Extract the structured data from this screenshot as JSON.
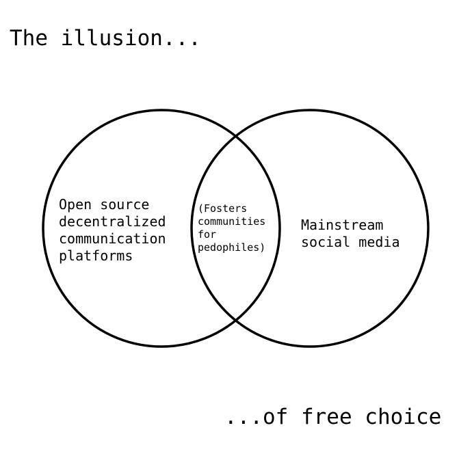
{
  "title_top": "The illusion...",
  "title_bottom": "...of free choice",
  "venn": {
    "left_set": {
      "lines": [
        "Open source",
        "decentralized",
        "communication",
        "platforms"
      ]
    },
    "intersection": {
      "lines": [
        "(Fosters",
        "communities",
        "for",
        "pedophiles)"
      ]
    },
    "right_set": {
      "lines": [
        "Mainstream",
        "social media"
      ]
    }
  },
  "colors": {
    "stroke": "#000000",
    "background": "#ffffff"
  }
}
